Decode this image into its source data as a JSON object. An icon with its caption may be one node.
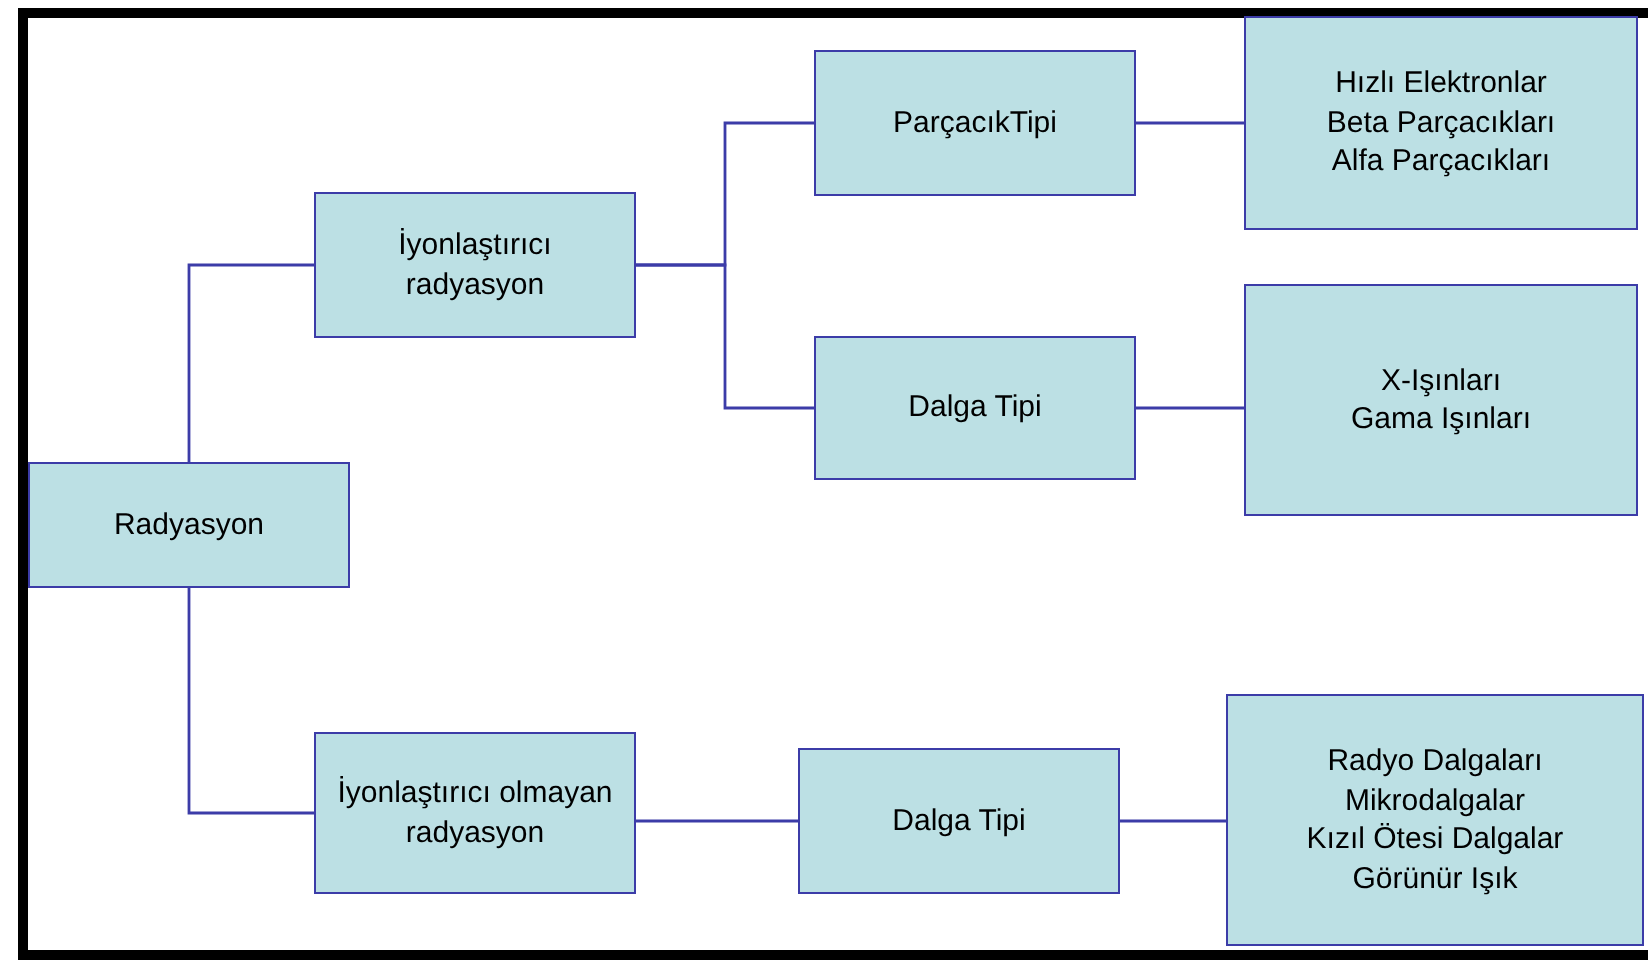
{
  "diagram": {
    "nodes": [
      {
        "text": [
          "Radyasyon"
        ]
      },
      {
        "text": [
          "İyonlaştırıcı radyasyon"
        ]
      },
      {
        "text": [
          "ParçacıkTipi"
        ]
      },
      {
        "text": [
          "Dalga Tipi"
        ]
      },
      {
        "text": [
          "Hızlı Elektronlar",
          "Beta Parçacıkları",
          "Alfa Parçacıkları"
        ]
      },
      {
        "text": [
          "X-Işınları",
          "Gama Işınları"
        ]
      },
      {
        "text": [
          "İyonlaştırıcı olmayan radyasyon"
        ]
      },
      {
        "text": [
          "Dalga Tipi"
        ]
      },
      {
        "text": [
          "Radyo Dalgaları",
          "Mikrodalgalar",
          "Kızıl Ötesi Dalgalar",
          "Görünür Işık"
        ]
      }
    ],
    "edges": [
      {
        "from": 0,
        "to": 1,
        "arrow": "none"
      },
      {
        "from": 1,
        "to": 2,
        "arrow": "none"
      },
      {
        "from": 1,
        "to": 3,
        "arrow": "none"
      },
      {
        "from": 2,
        "to": 4,
        "arrow": "none"
      },
      {
        "from": 3,
        "to": 5,
        "arrow": "none"
      },
      {
        "from": 0,
        "to": 6,
        "arrow": "none"
      },
      {
        "from": 6,
        "to": 7,
        "arrow": "none"
      },
      {
        "from": 7,
        "to": 8,
        "arrow": "none"
      }
    ]
  }
}
